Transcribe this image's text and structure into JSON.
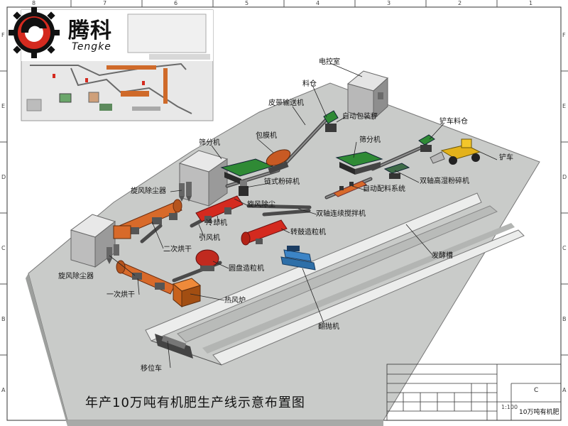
{
  "logo": {
    "name_cn": "腾科",
    "name_en": "Tengke"
  },
  "title": "年产10万吨有机肥生产线示意布置图",
  "frame": {
    "top_numbers": [
      "8",
      "7",
      "6",
      "5",
      "4",
      "3",
      "2",
      "1"
    ],
    "side_letters": [
      "F",
      "E",
      "D",
      "C",
      "B",
      "A"
    ]
  },
  "labels": {
    "control_room": "电控室",
    "bin": "料仓",
    "belt_conveyor": "皮带输送机",
    "auto_packing": "自动包装秤",
    "screener_left": "筛分机",
    "coating_machine": "包膜机",
    "screener_right": "筛分机",
    "loader_bin": "铲车料仓",
    "loader": "铲车",
    "chain_crusher": "链式粉碎机",
    "auto_batching": "自动配料系统",
    "twin_shaft_crusher": "双轴高湿粉碎机",
    "cyclone_top": "旋风除尘器",
    "cyclone_mid": "旋风除尘",
    "twin_shaft_mixer": "双轴连续搅拌机",
    "cooler": "冷却机",
    "rotary_granulator": "转鼓造粒机",
    "induced_fan": "引风机",
    "second_dryer": "二次烘干",
    "fermentation_tank": "发酵槽",
    "disc_granulator": "圆盘造粒机",
    "cyclone_left": "旋风除尘器",
    "first_dryer": "一次烘干",
    "hot_air_furnace": "热风炉",
    "turner": "翻抛机",
    "shift_car": "移位车"
  },
  "title_block": {
    "letter": "C",
    "name": "10万吨有机肥",
    "scale": "1:100"
  },
  "colors": {
    "accent_red": "#d42a1f",
    "dryer_orange": "#d86a2a",
    "machine_green": "#2f8a35",
    "turner_blue": "#2e6fa8",
    "floor_gray": "#c9cbc9"
  }
}
